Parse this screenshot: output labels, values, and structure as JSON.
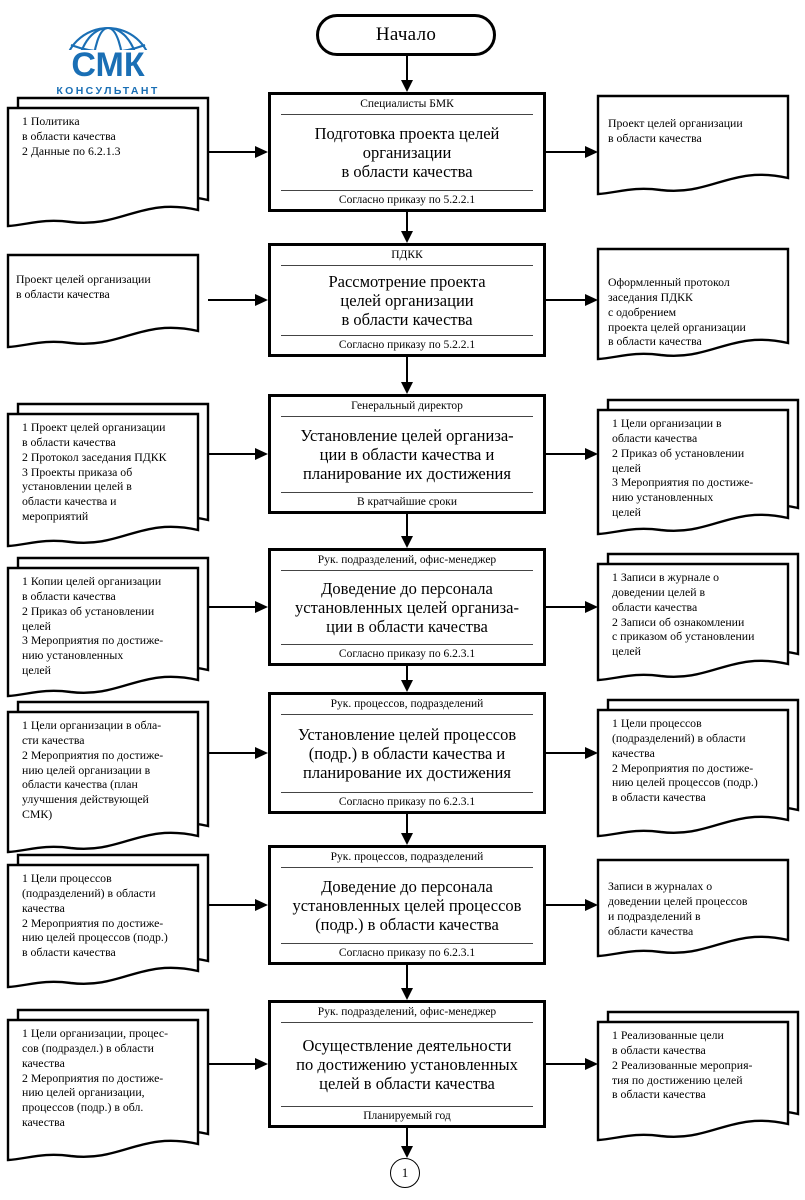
{
  "logo": {
    "main_text": "СМК",
    "sub_text": "КОНСУЛЬТАНТ",
    "color": "#1A6FB5"
  },
  "start": {
    "label": "Начало"
  },
  "end_connector": {
    "label": "1"
  },
  "rows": [
    {
      "input": {
        "stacked": true,
        "text": "1 Политика\nв области качества\n2 Данные по 6.2.1.3"
      },
      "process": {
        "actor": "Специалисты БМК",
        "body": "Подготовка проекта целей\nорганизации\nв области качества",
        "note": "Согласно приказу по 5.2.2.1"
      },
      "output": {
        "stacked": false,
        "text": "Проект целей организации\nв области качества"
      }
    },
    {
      "input": {
        "stacked": false,
        "text": "Проект целей организации\nв области качества"
      },
      "process": {
        "actor": "ПДКК",
        "body": "Рассмотрение проекта\nцелей организации\nв области качества",
        "note": "Согласно приказу по 5.2.2.1"
      },
      "output": {
        "stacked": false,
        "text": "Оформленный протокол\nзаседания ПДКК\nс одобрением\nпроекта целей организации\nв области качества"
      }
    },
    {
      "input": {
        "stacked": true,
        "text": "1 Проект целей организации\nв области качества\n2 Протокол заседания ПДКК\n3 Проекты приказа об\nустановлении целей в\nобласти качества и\nмероприятий"
      },
      "process": {
        "actor": "Генеральный директор",
        "body": "Установление целей организа-\nции в области качества и\nпланирование их достижения",
        "note": "В кратчайшие сроки"
      },
      "output": {
        "stacked": true,
        "text": "1 Цели организации в\nобласти качества\n2 Приказ об установлении\nцелей\n3 Мероприятия по достиже-\nнию установленных\nцелей"
      }
    },
    {
      "input": {
        "stacked": true,
        "text": "1 Копии целей организации\nв области качества\n2 Приказ об установлении\nцелей\n3 Мероприятия по достиже-\nнию установленных\nцелей"
      },
      "process": {
        "actor": "Рук. подразделений, офис-менеджер",
        "body": "Доведение до персонала\nустановленных целей организа-\nции в области качества",
        "note": "Согласно приказу по 6.2.3.1"
      },
      "output": {
        "stacked": true,
        "text": "1 Записи в журнале о\nдоведении целей в\nобласти качества\n2 Записи об ознакомлении\nс приказом об установлении\nцелей"
      }
    },
    {
      "input": {
        "stacked": true,
        "text": "1 Цели организации в обла-\nсти качества\n2 Мероприятия по достиже-\nнию целей организации в\nобласти качества (план\nулучшения действующей\nСМК)"
      },
      "process": {
        "actor": "Рук. процессов, подразделений",
        "body": "Установление целей процессов\n(подр.) в области качества и\nпланирование их достижения",
        "note": "Согласно приказу по 6.2.3.1"
      },
      "output": {
        "stacked": true,
        "text": "1 Цели процессов\n(подразделений) в области\nкачества\n2 Мероприятия по достиже-\nнию целей процессов (подр.)\nв области качества"
      }
    },
    {
      "input": {
        "stacked": true,
        "text": "1 Цели процессов\n(подразделений) в области\nкачества\n2 Мероприятия по достиже-\nнию целей процессов (подр.)\nв области качества"
      },
      "process": {
        "actor": "Рук. процессов, подразделений",
        "body": "Доведение до персонала\nустановленных целей процессов\n(подр.) в области качества",
        "note": "Согласно приказу по 6.2.3.1"
      },
      "output": {
        "stacked": false,
        "text": "Записи в журналах о\nдоведении целей процессов\nи подразделений в\nобласти качества"
      }
    },
    {
      "input": {
        "stacked": true,
        "text": "1 Цели организации, процес-\nсов (подраздел.) в области\nкачества\n2 Мероприятия по достиже-\nнию целей организации,\nпроцессов (подр.) в обл.\nкачества"
      },
      "process": {
        "actor": "Рук. подразделений, офис-менеджер",
        "body": "Осуществление деятельности\nпо достижению установленных\nцелей в области качества",
        "note": "Планируемый год"
      },
      "output": {
        "stacked": true,
        "text": "1 Реализованные цели\nв области качества\n2 Реализованные мероприя-\nтия по достижению целей\nв области качества"
      }
    }
  ]
}
